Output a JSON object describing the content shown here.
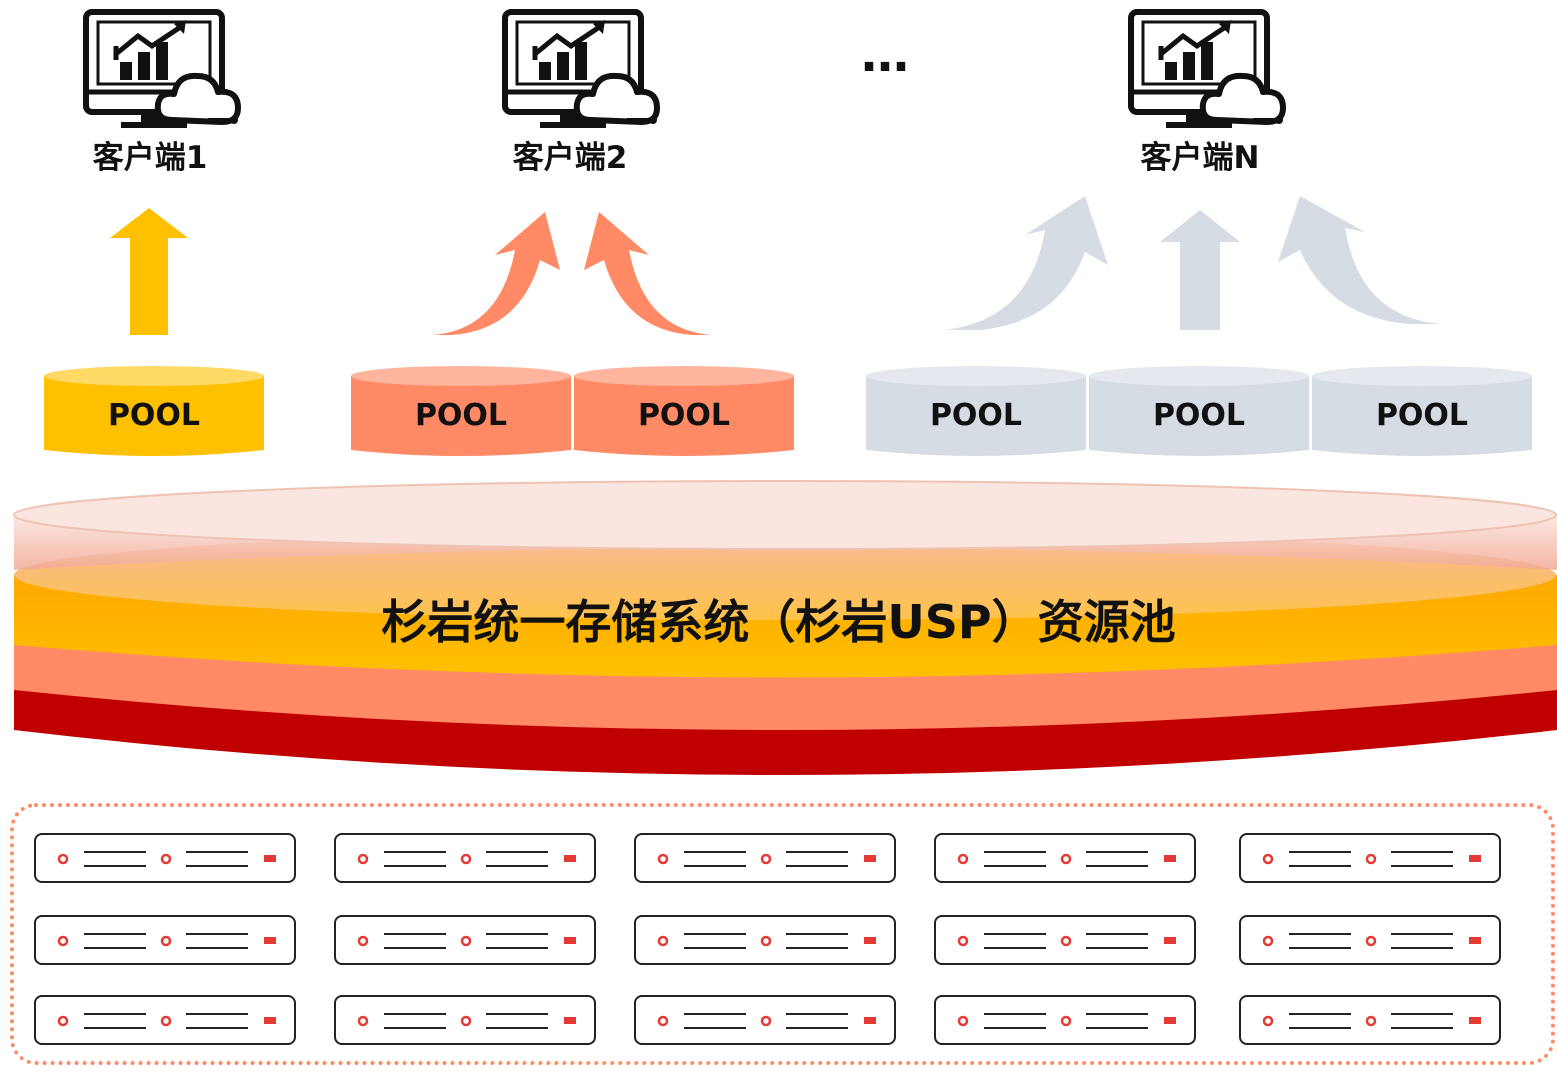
{
  "clients": [
    {
      "label": "客户端1"
    },
    {
      "label": "客户端2"
    },
    {
      "label": "客户端N"
    }
  ],
  "ellipsis": "…",
  "pools": [
    {
      "label": "POOL",
      "group": "client1",
      "color": "#FFC000"
    },
    {
      "label": "POOL",
      "group": "client2",
      "color": "#FF8A65"
    },
    {
      "label": "POOL",
      "group": "client2",
      "color": "#FF8A65"
    },
    {
      "label": "POOL",
      "group": "clientN",
      "color": "#D6DCE4"
    },
    {
      "label": "POOL",
      "group": "clientN",
      "color": "#D6DCE4"
    },
    {
      "label": "POOL",
      "group": "clientN",
      "color": "#D6DCE4"
    }
  ],
  "storage_pool": {
    "label": "杉岩统一存储系统（杉岩USP）资源池",
    "colors": {
      "top": "#F4B9A8",
      "gold": "#FFC000",
      "orange": "#FF8A65",
      "red": "#C00000"
    }
  },
  "arrow_colors": {
    "client1": "#FFC000",
    "client2": "#FF8A65",
    "clientN": "#D6DCE4"
  },
  "server_grid": {
    "rows": 3,
    "columns": 5,
    "border_color": "#FF8A65"
  }
}
